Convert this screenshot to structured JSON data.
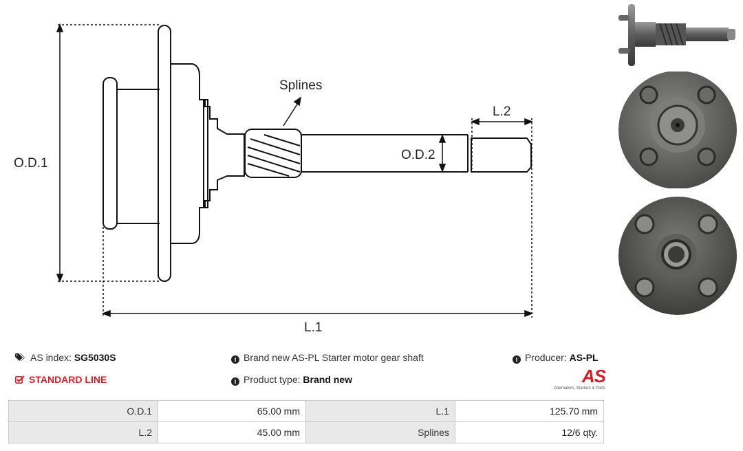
{
  "diagram": {
    "labels": {
      "od1": "O.D.1",
      "od2": "O.D.2",
      "l1": "L.1",
      "l2": "L.2",
      "splines": "Splines"
    }
  },
  "product": {
    "as_index_label": "AS index:",
    "as_index_value": "SG5030S",
    "line_label": "STANDARD LINE",
    "description": "Brand new AS-PL Starter motor gear shaft",
    "product_type_label": "Product type:",
    "product_type_value": "Brand new",
    "producer_label": "Producer:",
    "producer_value": "AS-PL",
    "logo_text": "AS",
    "logo_tagline": "Alternators, Starters & Parts"
  },
  "specs": [
    {
      "label": "O.D.1",
      "value": "65.00 mm",
      "label2": "L.1",
      "value2": "125.70 mm"
    },
    {
      "label": "L.2",
      "value": "45.00 mm",
      "label2": "Splines",
      "value2": "12/6 qty."
    }
  ],
  "colors": {
    "accent": "#d11f29",
    "table_label_bg": "#e9e9e9"
  }
}
